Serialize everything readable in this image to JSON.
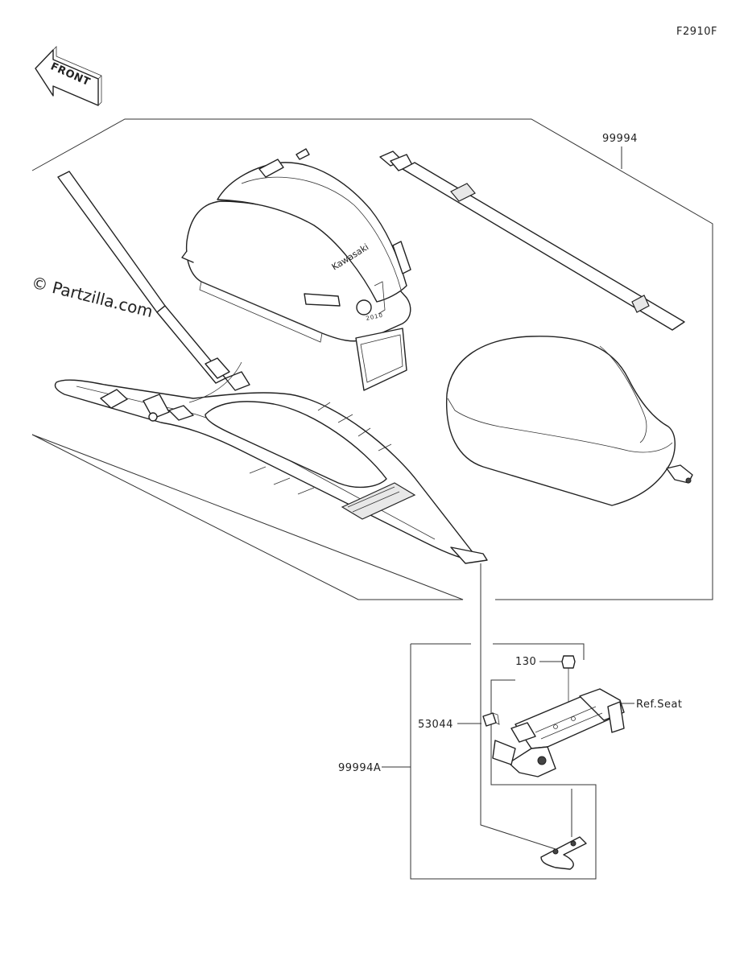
{
  "diagram": {
    "code": "F2910F",
    "front_label": "FRONT",
    "watermark": "© Partzilla.com",
    "brand_on_bag": "Kawasaki",
    "callouts": [
      {
        "id": "99994",
        "text": "99994"
      },
      {
        "id": "130",
        "text": "130"
      },
      {
        "id": "ref-seat",
        "text": "Ref.Seat"
      },
      {
        "id": "53044",
        "text": "53044"
      },
      {
        "id": "99994A",
        "text": "99994A"
      }
    ]
  }
}
